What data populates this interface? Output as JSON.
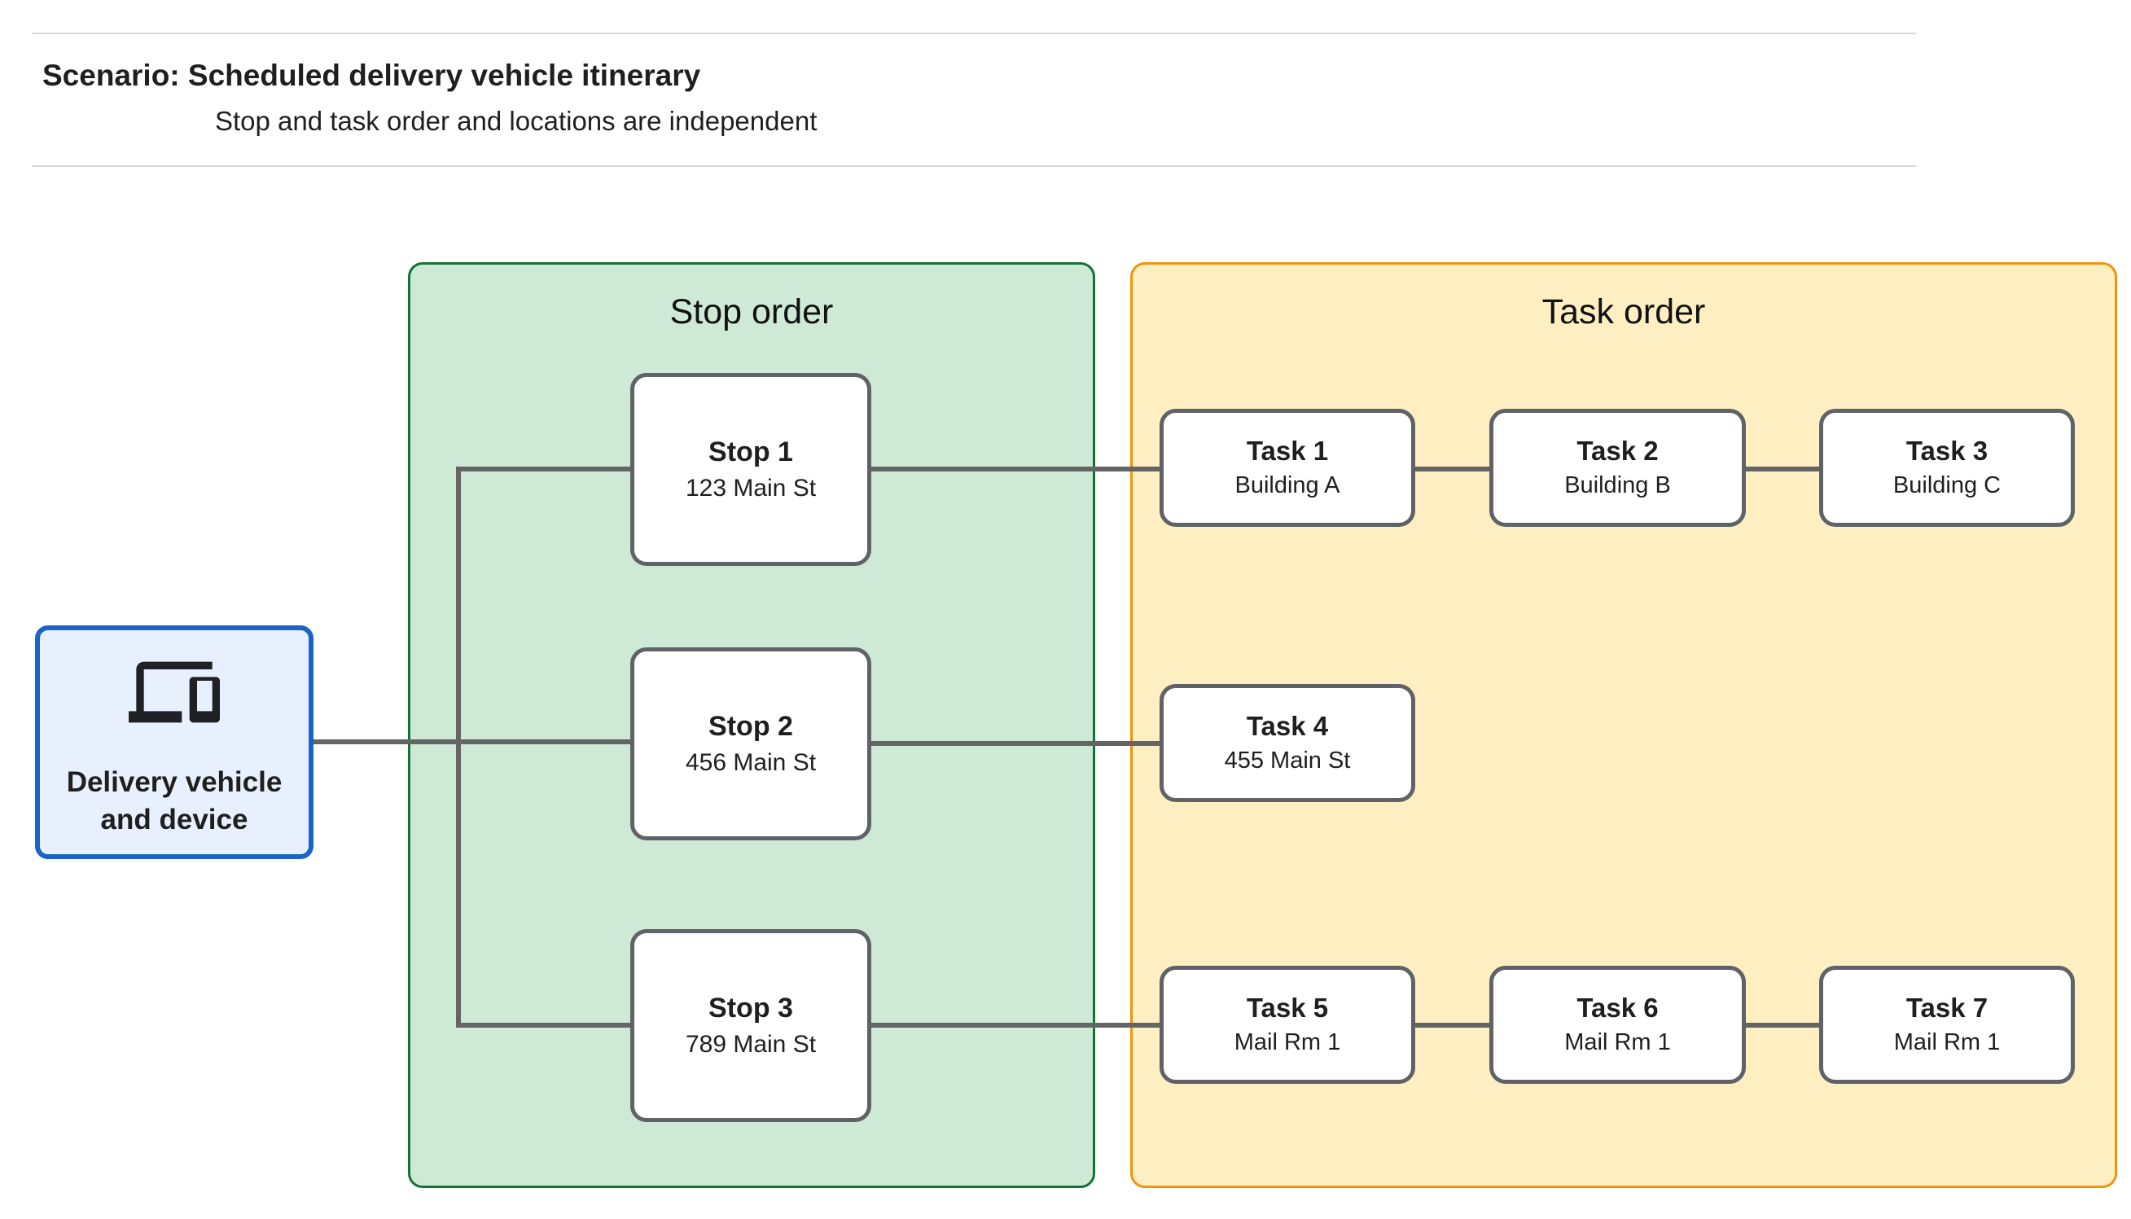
{
  "header": {
    "scenario_label": "Scenario:",
    "title": " Scheduled delivery vehicle itinerary",
    "subtitle": "Stop and task order and locations are independent"
  },
  "vehicle": {
    "icon": "devices-icon",
    "label_line1": "Delivery vehicle",
    "label_line2": "and device"
  },
  "panels": {
    "stop": {
      "title": "Stop order"
    },
    "task": {
      "title": "Task order"
    }
  },
  "stops": [
    {
      "title": "Stop 1",
      "subtitle": "123 Main St"
    },
    {
      "title": "Stop 2",
      "subtitle": "456 Main St"
    },
    {
      "title": "Stop 3",
      "subtitle": "789 Main St"
    }
  ],
  "tasks": [
    {
      "title": "Task 1",
      "subtitle": "Building A"
    },
    {
      "title": "Task 2",
      "subtitle": "Building B"
    },
    {
      "title": "Task 3",
      "subtitle": "Building C"
    },
    {
      "title": "Task 4",
      "subtitle": "455 Main St"
    },
    {
      "title": "Task 5",
      "subtitle": "Mail Rm 1"
    },
    {
      "title": "Task 6",
      "subtitle": "Mail Rm 1"
    },
    {
      "title": "Task 7",
      "subtitle": "Mail Rm 1"
    }
  ],
  "edges": [
    "vehicle-stop2",
    "trunk-stop1",
    "trunk-stop3",
    "stop1-task1",
    "task1-task2",
    "task2-task3",
    "stop2-task4",
    "stop3-task5",
    "task5-task6",
    "task6-task7"
  ],
  "colors": {
    "green-fill": "#ceead6",
    "green-border": "#137333",
    "yellow-fill": "#feefc3",
    "yellow-border": "#f09409",
    "blue-fill": "#e8f0fe",
    "blue-border": "#1b63c6",
    "node-border": "#5f6368",
    "connector": "#646464",
    "rule": "#d9d9d9",
    "text": "#1f1f1f",
    "icon": "#202124"
  }
}
